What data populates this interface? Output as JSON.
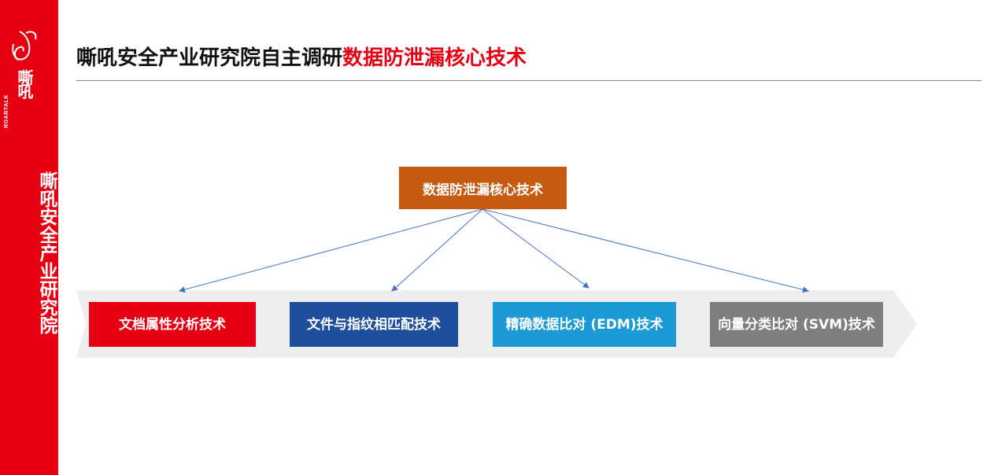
{
  "sidebar": {
    "logo_en": "ROARTALK",
    "logo_cn": "嘶吼",
    "title_chars": [
      "嘶",
      "吼",
      "安",
      "全",
      "产",
      "业",
      "研",
      "究",
      "院"
    ]
  },
  "header": {
    "title_prefix": "嘶吼安全产业研究院自主调研",
    "title_highlight": "数据防泄漏核心技术"
  },
  "diagram": {
    "root": "数据防泄漏核心技术",
    "leaves": [
      "文档属性分析技术",
      "文件与指纹相匹配技术",
      "精确数据比对 (EDM)技术",
      "向量分类比对 (SVM)技术"
    ]
  },
  "colors": {
    "brand_red": "#e60012",
    "root_orange": "#c55a11",
    "leaf_blue": "#1f4e9c",
    "leaf_cyan": "#1b9ad6",
    "leaf_gray": "#7f7f7f",
    "connector": "#4472c4"
  }
}
